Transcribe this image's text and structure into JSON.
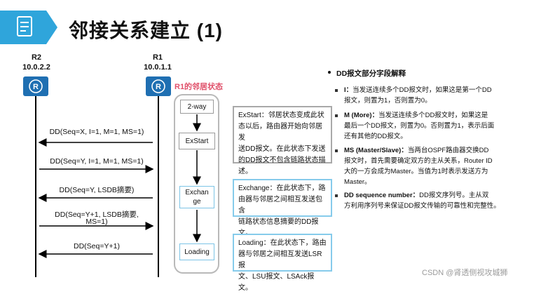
{
  "title": "邻接关系建立 (1)",
  "routers": [
    {
      "name": "R2",
      "ip": "10.0.2.2"
    },
    {
      "name": "R1",
      "ip": "10.0.1.1"
    }
  ],
  "neighbor_state_label": "R1的邻居状态",
  "messages": [
    "DD(Seq=X, I=1, M=1, MS=1)",
    "DD(Seq=Y, I=1, M=1, MS=1)",
    "DD(Seq=Y, LSDB摘要)",
    "DD(Seq=Y+1, LSDB摘要,",
    "MS=1)",
    "DD(Seq=Y+1)"
  ],
  "states": [
    "2-way",
    "ExStart",
    "Exchan",
    "ge",
    "Loading"
  ],
  "descriptions": {
    "exstart": [
      "ExStart：邻居状态变成此状",
      "态以后，路由器开始向邻居发",
      "送DD报文。在此状态下发送",
      "的DD报文不包含链路状态描",
      "述。"
    ],
    "exchange": [
      "Exchange：在此状态下，路",
      "由器与邻居之间相互发送包含",
      "链路状态信息摘要的DD报文。"
    ],
    "loading": [
      "Loading：在此状态下，路由",
      "器与邻居之间相互发送LSR报",
      "文、LSU报文、LSAck报文。"
    ]
  },
  "fields": {
    "heading": "DD报文部分字段解释",
    "items": [
      {
        "name": "I：",
        "lines": [
          "当发送连续多个DD报文时，如果这是第一个DD",
          "报文，则置为1，否则置为0。"
        ]
      },
      {
        "name": "M (More)：",
        "lines": [
          "当发送连续多个DD报文时，如果这是",
          "最后一个DD报文，则置为0。否则置为1，表示后面",
          "还有其他的DD报文。"
        ]
      },
      {
        "name": "MS (Master/Slave)：",
        "lines": [
          "当两台OSPF路由器交换DD",
          "报文时，首先需要确定双方的主从关系，Router ID",
          "大的一方会成为Master。当值为1时表示发送方为",
          "Master。"
        ]
      },
      {
        "name": "DD sequence number：",
        "lines": [
          "DD报文序列号。主从双",
          "方利用序列号来保证DD报文传输的可靠性和完整性。"
        ]
      }
    ]
  },
  "watermark": "CSDN @肾透侧视攻城狮",
  "colors": {
    "header_blue": "#2fa5db",
    "router_blue": "#1f6fb2",
    "state_label": "#e0506a"
  }
}
